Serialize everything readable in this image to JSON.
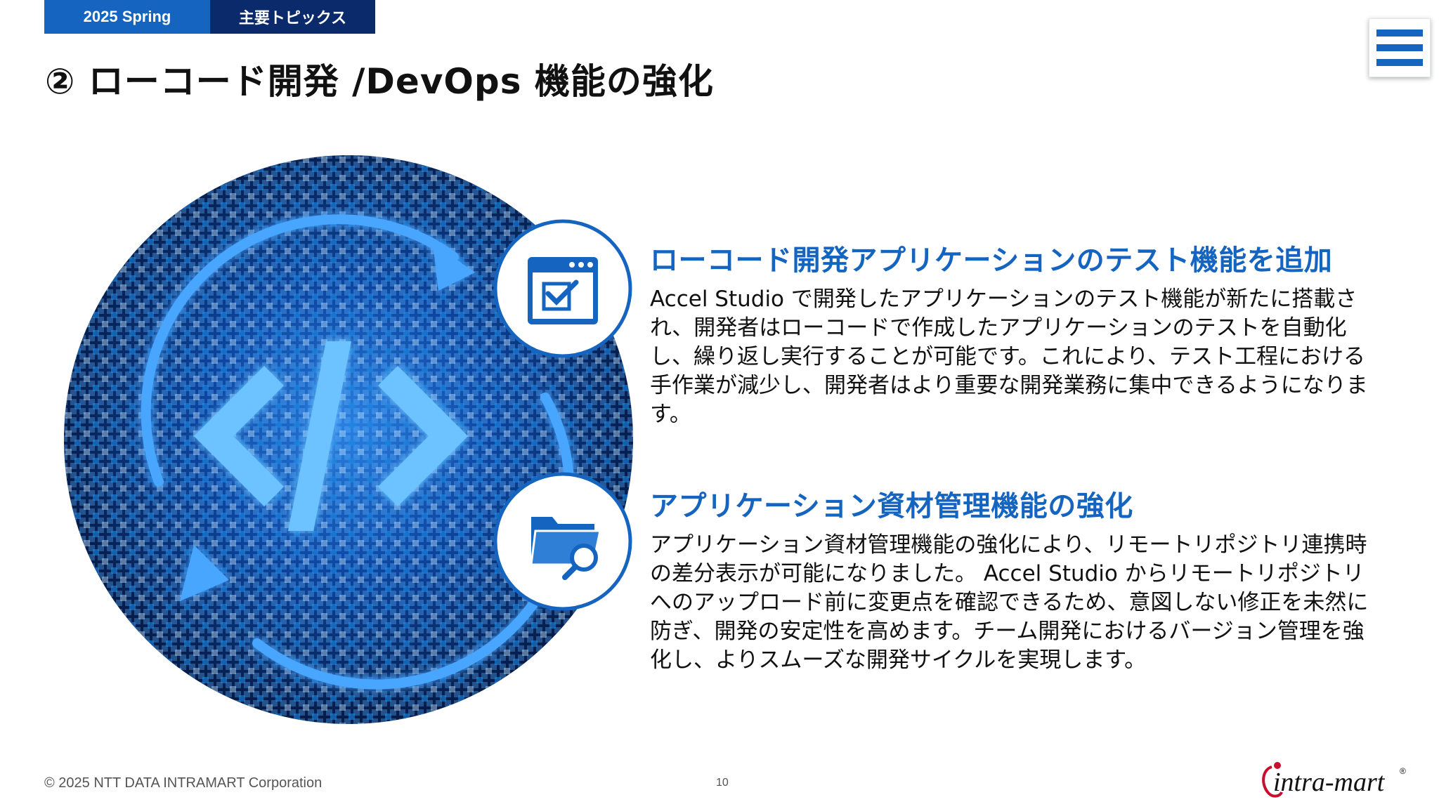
{
  "header": {
    "season_tab": "2025 Spring",
    "topic_tab": "主要トピックス",
    "menu_icon": "hamburger-menu-icon"
  },
  "title": "② ローコード開発 /DevOps 機能の強化",
  "illustration": {
    "code_symbol": "</>",
    "icons": [
      "browser-checkbox-icon",
      "folder-search-icon",
      "cycle-arrows-icon"
    ]
  },
  "sections": [
    {
      "heading": "ローコード開発アプリケーションのテスト機能を追加",
      "body": "Accel Studio で開発したアプリケーションのテスト機能が新たに搭載され、開発者はローコードで作成したアプリケーションのテストを自動化し、繰り返し実行することが可能です。これにより、テスト工程における手作業が減少し、開発者はより重要な開発業務に集中できるようになります。"
    },
    {
      "heading": "アプリケーション資材管理機能の強化",
      "body": "アプリケーション資材管理機能の強化により、リモートリポジトリ連携時の差分表示が可能になりました。 Accel Studio からリモートリポジトリへのアップロード前に変更点を確認できるため、意図しない修正を未然に防ぎ、開発の安定性を高めます。チーム開発におけるバージョン管理を強化し、よりスムーズな開発サイクルを実現します。"
    }
  ],
  "footer": {
    "copyright": "© 2025 NTT DATA INTRAMART Corporation",
    "page_number": "10",
    "logo_text": "intra-mart",
    "logo_mark": "®"
  },
  "colors": {
    "accent": "#1565c0",
    "tab_dark": "#0b2a6b",
    "logo_red": "#c8102e"
  }
}
